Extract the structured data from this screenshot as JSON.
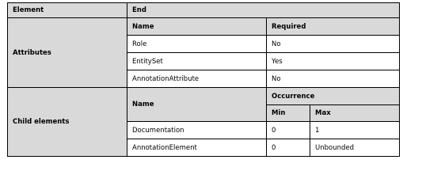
{
  "table": {
    "header": {
      "col1": "Element",
      "col2": "End"
    },
    "attributes": {
      "label": "Attributes",
      "col_name": "Name",
      "col_required": "Required",
      "rows": [
        {
          "name": "Role",
          "required": "No"
        },
        {
          "name": "EntitySet",
          "required": "Yes"
        },
        {
          "name": "AnnotationAttribute",
          "required": "No"
        }
      ]
    },
    "child_elements": {
      "label": "Child elements",
      "col_name": "Name",
      "col_occurrence": "Occurrence",
      "col_min": "Min",
      "col_max": "Max",
      "rows": [
        {
          "name": "Documentation",
          "min": "0",
          "max": "1"
        },
        {
          "name": "AnnotationElement",
          "min": "0",
          "max": "Unbounded"
        }
      ]
    }
  }
}
